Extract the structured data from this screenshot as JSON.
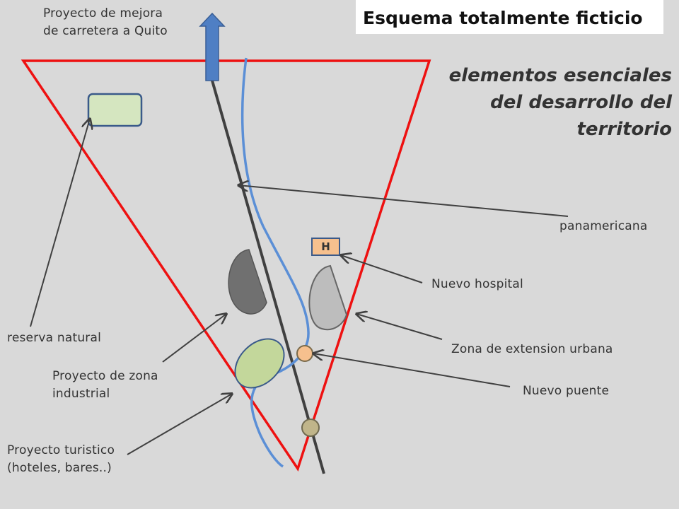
{
  "title": "Esquema totalmente ficticio",
  "subtitle": "elementos esenciales\ndel desarrollo del\nterritorio",
  "hospital_letter": "H",
  "labels": {
    "carretera": "Proyecto de mejora\nde carretera a Quito",
    "panamericana": "panamericana",
    "hospital": "Nuevo hospital",
    "urbana": "Zona de extension urbana",
    "puente": "Nuevo puente",
    "reserva": "reserva natural",
    "industrial": "Proyecto de zona\nindustrial",
    "turistico": "Proyecto turistico\n(hoteles, bares..)"
  },
  "colors": {
    "territory": "#ee1111",
    "road": "#404040",
    "river": "#5b8fd6",
    "arrow_up": "#4f7fc4",
    "reserve_fill": "#d5e6c0",
    "reserve_stroke": "#3a5a8a",
    "industrial_fill": "#707070",
    "urban_fill": "#bdbdbd",
    "tourist_fill": "#c3d79b",
    "bridge_fill": "#f6c08e",
    "junction_fill": "#c0b58a",
    "hospital_fill": "#f6c08e",
    "connector": "#404040"
  }
}
